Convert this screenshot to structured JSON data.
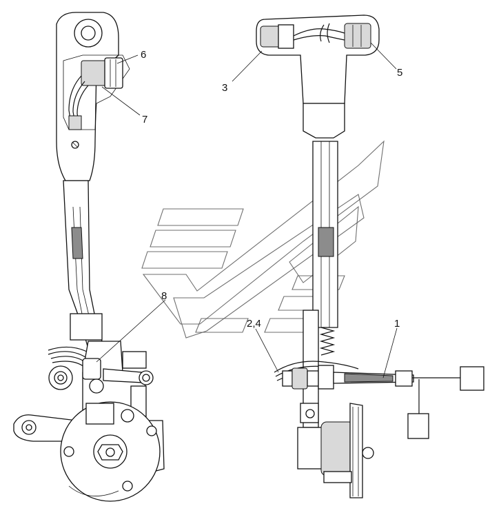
{
  "callouts": [
    {
      "id": "c6",
      "label": "6"
    },
    {
      "id": "c7",
      "label": "7"
    },
    {
      "id": "c3",
      "label": "3"
    },
    {
      "id": "c5",
      "label": "5"
    },
    {
      "id": "c8",
      "label": "8"
    },
    {
      "id": "c24",
      "label": "2,4"
    },
    {
      "id": "c1",
      "label": "1"
    }
  ]
}
